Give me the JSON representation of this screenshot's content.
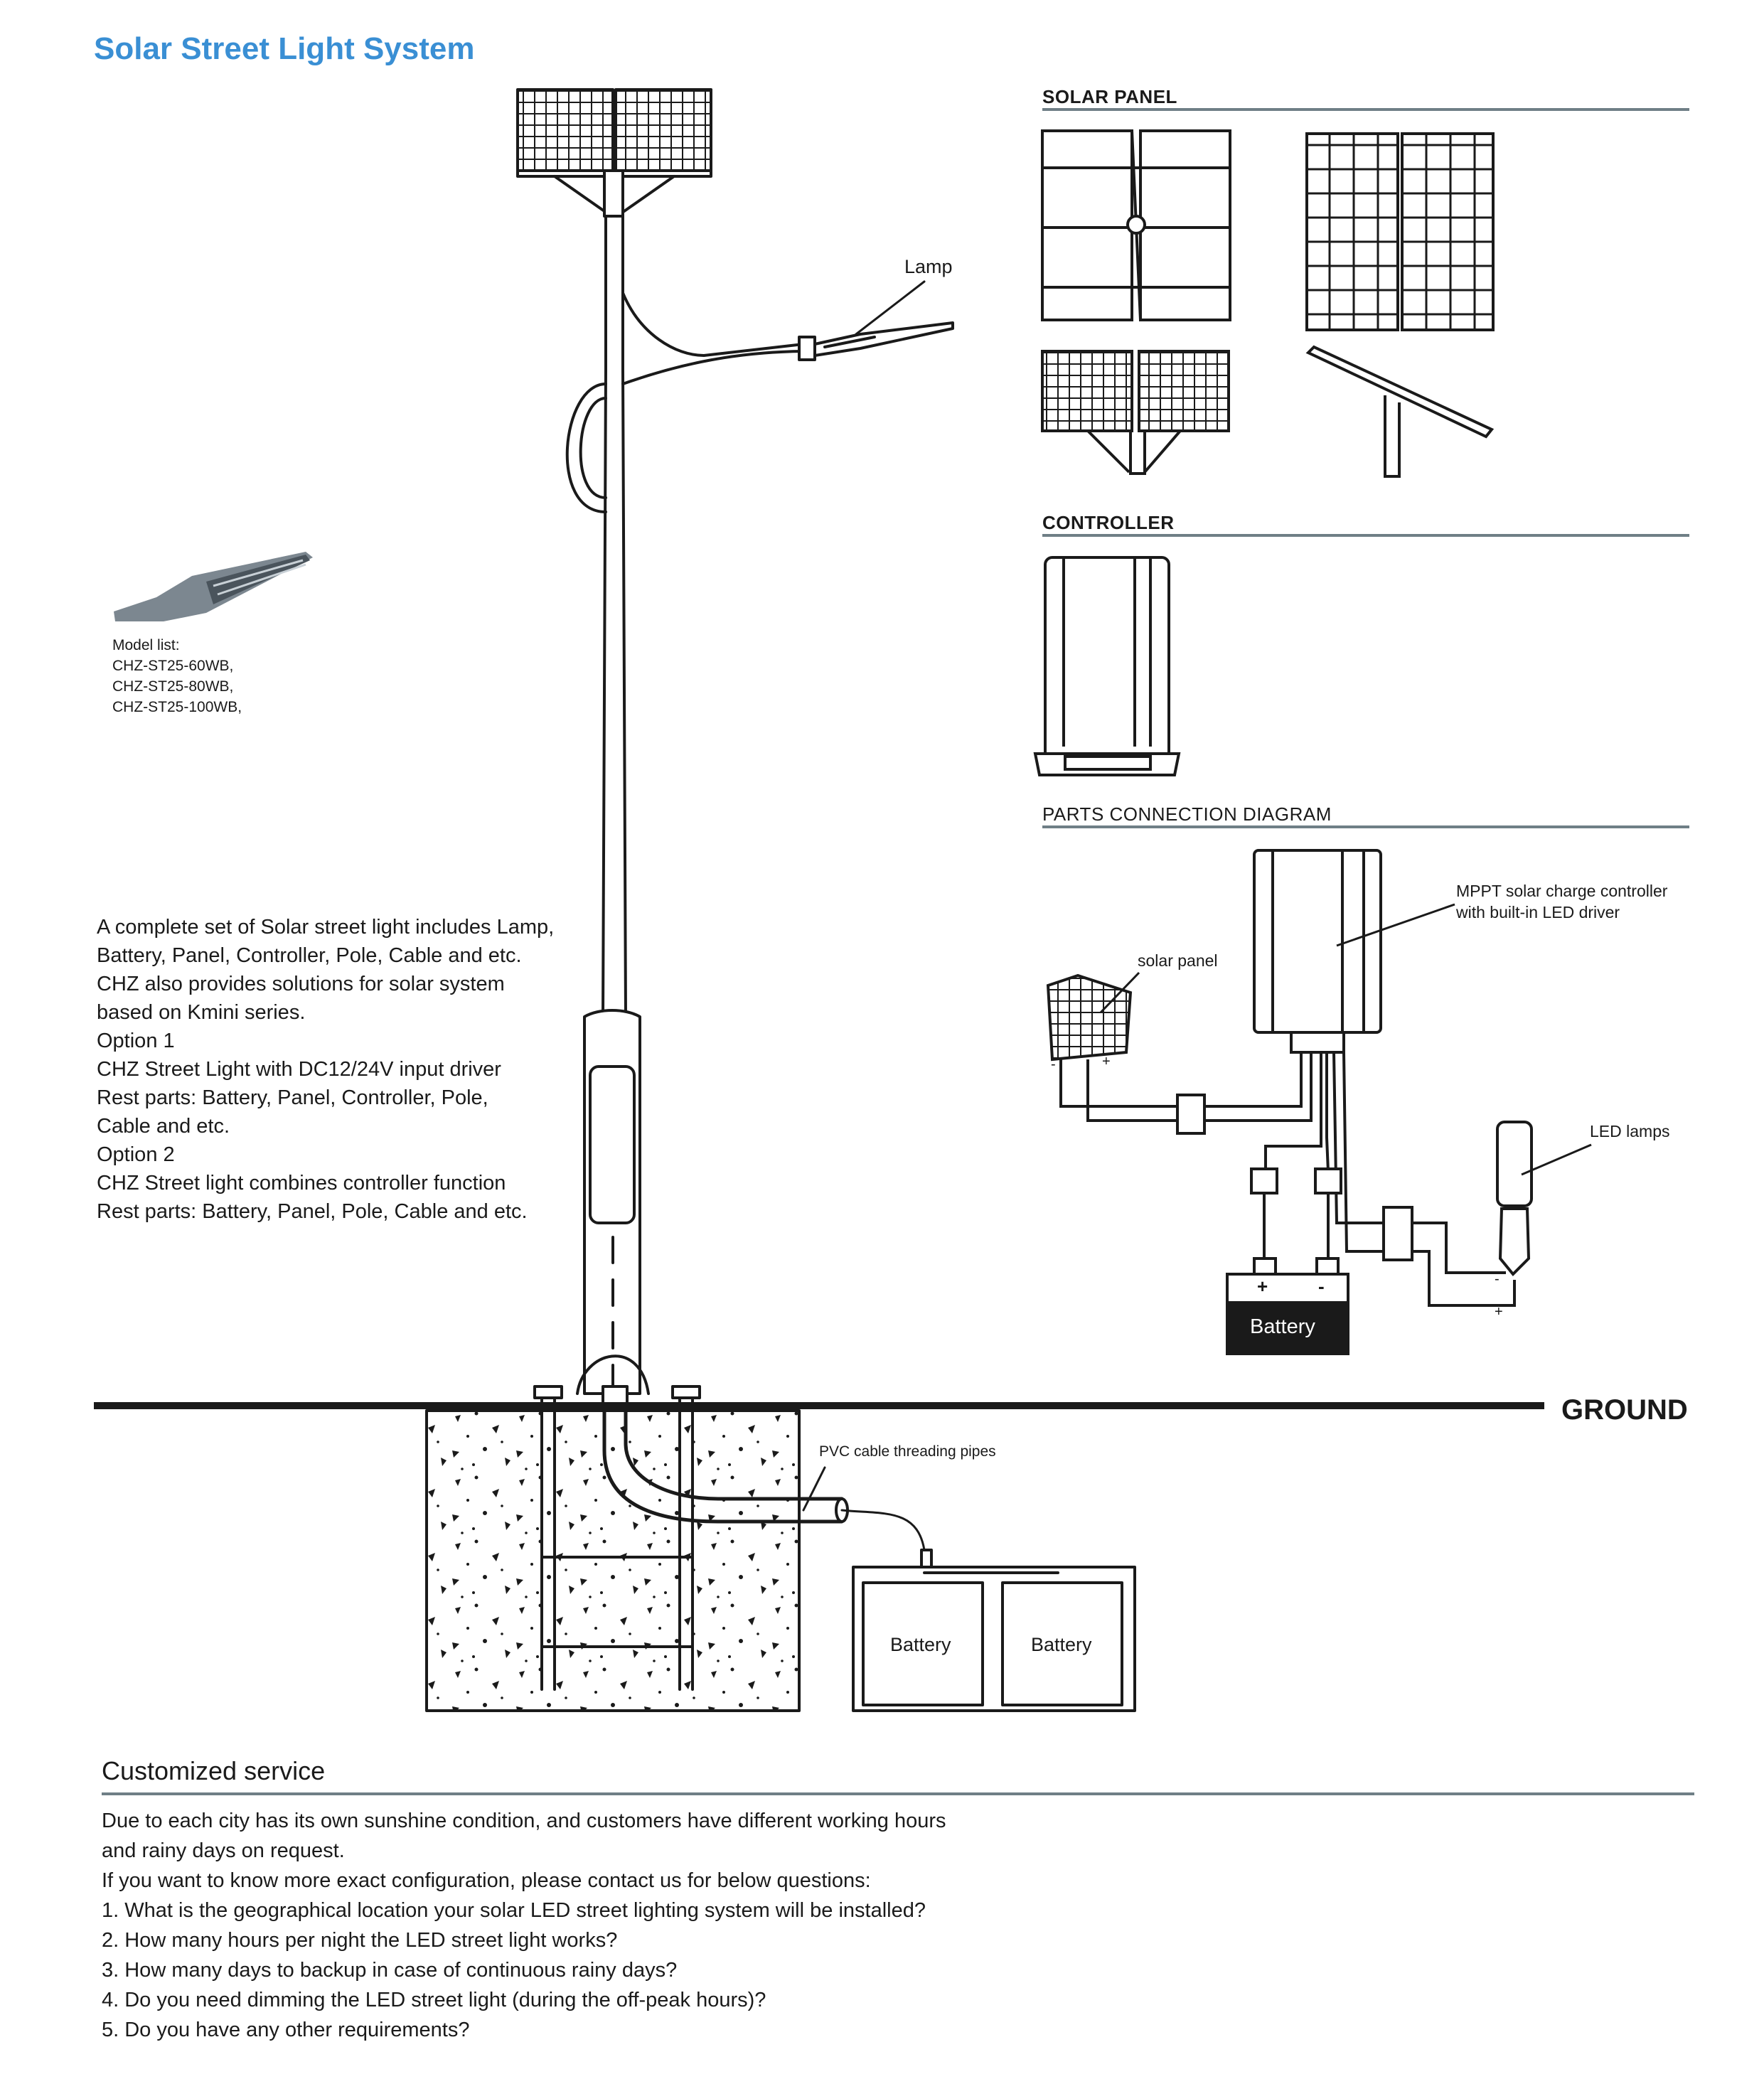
{
  "title": "Solar Street Light System",
  "sections": {
    "solar_panel": "SOLAR PANEL",
    "controller": "CONTROLLER",
    "parts_connection": "PARTS CONNECTION DIAGRAM"
  },
  "labels": {
    "lamp": "Lamp",
    "ground": "GROUND",
    "pvc": "PVC cable threading pipes",
    "battery": "Battery",
    "solar_panel": "solar panel",
    "mppt_line1": "MPPT solar charge controller",
    "mppt_line2": "with built-in LED driver",
    "led_lamps": "LED lamps",
    "plus": "+",
    "minus": "-"
  },
  "model_list": [
    "Model list:",
    "CHZ-ST25-60WB,",
    "CHZ-ST25-80WB,",
    "CHZ-ST25-100WB,"
  ],
  "description": [
    "A complete set of Solar street light includes Lamp,",
    "Battery, Panel, Controller, Pole, Cable and etc.",
    "CHZ also provides solutions for solar system",
    "based on Kmini series.",
    "Option 1",
    "CHZ Street Light with DC12/24V input driver",
    "Rest parts: Battery, Panel, Controller, Pole,",
    "Cable and etc.",
    "Option 2",
    "CHZ Street light combines controller function",
    "Rest parts: Battery, Panel, Pole, Cable and etc."
  ],
  "customized_service": {
    "title": "Customized service",
    "lines": [
      "Due to each city has its own sunshine condition, and customers have different working hours",
      "and rainy days on request.",
      "If you want to know more exact configuration, please contact us for below questions:",
      "1. What is the geographical location your solar LED street lighting system will be installed?",
      "2. How many hours per night the LED street light works?",
      "3. How many days to backup in case of continuous rainy days?",
      "4. Do you need dimming the LED street light (during the off-peak hours)?",
      "5. Do you have any other requirements?"
    ]
  },
  "colors": {
    "title": "#3a8fd4",
    "rule": "#6f7f86",
    "line": "#1a1a1a"
  }
}
